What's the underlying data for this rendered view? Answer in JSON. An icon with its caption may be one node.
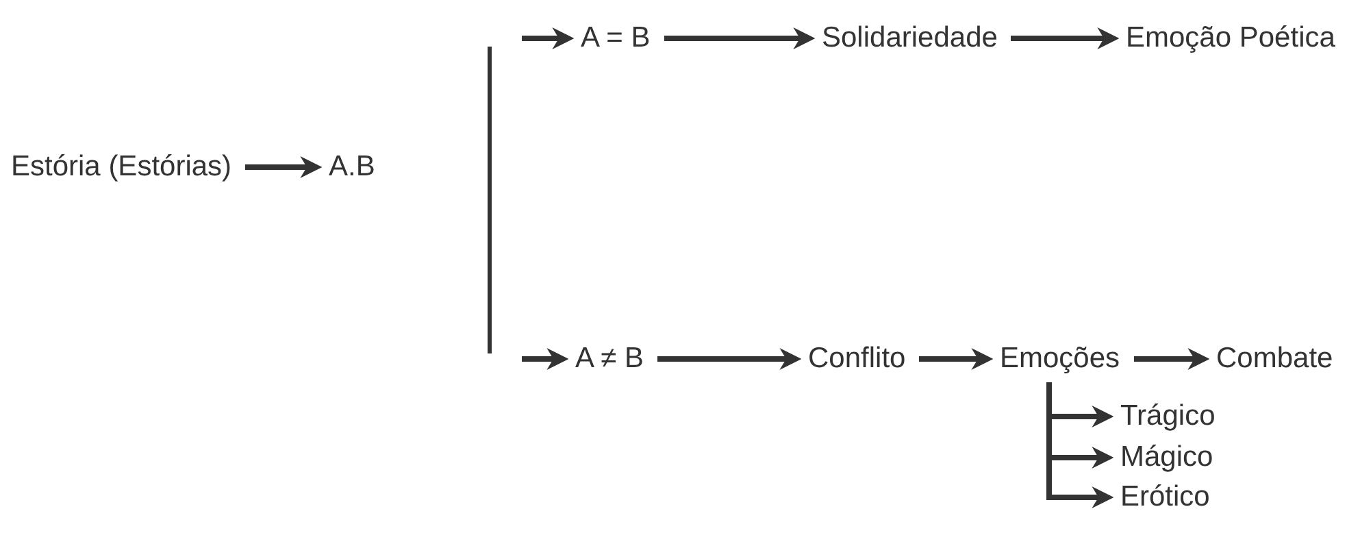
{
  "diagram": {
    "nodes": [
      {
        "text": [
          "Estória (Estórias)"
        ]
      },
      {
        "text": [
          "A.B"
        ]
      },
      {
        "text": [],
        "shape": "bar"
      },
      {
        "text": [
          "A = B"
        ]
      },
      {
        "text": [
          "Solidariedade"
        ]
      },
      {
        "text": [
          "Emoção Poética"
        ]
      },
      {
        "text": [
          "A ≠ B"
        ]
      },
      {
        "text": [
          "Conflito"
        ]
      },
      {
        "text": [
          "Emoções"
        ]
      },
      {
        "text": [
          "Combate"
        ]
      },
      {
        "text": [
          "Trágico"
        ]
      },
      {
        "text": [
          "Mágico"
        ]
      },
      {
        "text": [
          "Erótico"
        ]
      }
    ],
    "edges": [
      {
        "from": 0,
        "to": 1,
        "arrow": "to"
      },
      {
        "from": 2,
        "to": 3,
        "arrow": "to"
      },
      {
        "from": 3,
        "to": 4,
        "arrow": "to"
      },
      {
        "from": 4,
        "to": 5,
        "arrow": "to"
      },
      {
        "from": 2,
        "to": 6,
        "arrow": "to"
      },
      {
        "from": 6,
        "to": 7,
        "arrow": "to"
      },
      {
        "from": 7,
        "to": 8,
        "arrow": "to"
      },
      {
        "from": 8,
        "to": 9,
        "arrow": "to"
      },
      {
        "from": 8,
        "to": 10,
        "arrow": "to"
      },
      {
        "from": 8,
        "to": 11,
        "arrow": "to"
      },
      {
        "from": 8,
        "to": 12,
        "arrow": "to"
      }
    ]
  }
}
